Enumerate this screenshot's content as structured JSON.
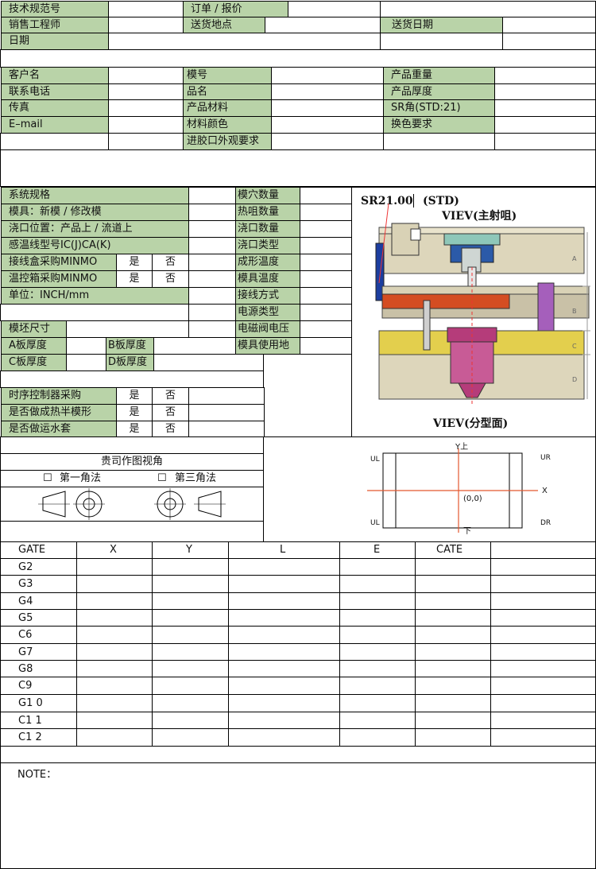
{
  "header": {
    "tech_spec_no": "技术规范号",
    "order_quote": "订单 / 报价",
    "sales_engineer": "销售工程师",
    "delivery_place": "送货地点",
    "delivery_date": "送货日期",
    "date": "日期"
  },
  "customer": {
    "rows": [
      [
        "客户名",
        "模号",
        "产品重量"
      ],
      [
        "联系电话",
        "品名",
        "产品厚度"
      ],
      [
        "传真",
        "产品材料",
        "SR角(STD:21)"
      ],
      [
        "E–mail",
        "材料颜色",
        "换色要求"
      ],
      [
        "",
        "进胶口外观要求",
        ""
      ]
    ]
  },
  "system": {
    "spec": "系统规格",
    "mold": "模具：新模 / 修改模",
    "gate_position": "浇口位置：产品上 / 流道上",
    "thermocouple": "感温线型号IC(J)CA(K)",
    "junction_box": "接线盒采购MINMO",
    "temp_controller": "温控箱采购MINMO",
    "unit": "单位：INCH/mm",
    "yes": "是",
    "no": "否",
    "right_labels": [
      "模穴数量",
      "热咀数量",
      "浇口数量",
      "浇口类型",
      "成形温度",
      "模具温度",
      "接线方式",
      "电源类型",
      "电磁阀电压",
      "模具使用地"
    ]
  },
  "plate": {
    "blank_size": "模坯尺寸",
    "a_plate": "A板厚度",
    "b_plate": "B板厚度",
    "c_plate": "C板厚度",
    "d_plate": "D板厚度"
  },
  "options": [
    {
      "label": "时序控制器采购",
      "yes": "是",
      "no": "否"
    },
    {
      "label": "是否做成热半模形",
      "yes": "是",
      "no": "否"
    },
    {
      "label": "是否做运水套",
      "yes": "是",
      "no": "否"
    }
  ],
  "drawing": {
    "sr_label": "SR21.00",
    "std_label": "(STD)",
    "view_main": "VIEV(主射咀)",
    "view_parting": "VIEV(分型面)",
    "scale_a": "A",
    "scale_b": "B",
    "scale_c": "C",
    "scale_d": "D"
  },
  "projection": {
    "title": "贵司作图视角",
    "first_angle": "第一角法",
    "third_angle": "第三角法",
    "checkbox": "☐"
  },
  "axes": {
    "y_top": "Y上",
    "bottom": "下",
    "x": "X",
    "ul_top": "UL",
    "ur": "UR",
    "ul_bottom": "UL",
    "dr": "DR",
    "origin": "(0,0)"
  },
  "gate_table": {
    "headers": [
      "GATE",
      "X",
      "Y",
      "L",
      "E",
      "CATE"
    ],
    "rows": [
      "G2",
      "G3",
      "G4",
      "G5",
      "C6",
      "G7",
      "G8",
      "C9",
      "G1 0",
      "C1 1",
      "C1 2"
    ]
  },
  "note": "NOTE："
}
